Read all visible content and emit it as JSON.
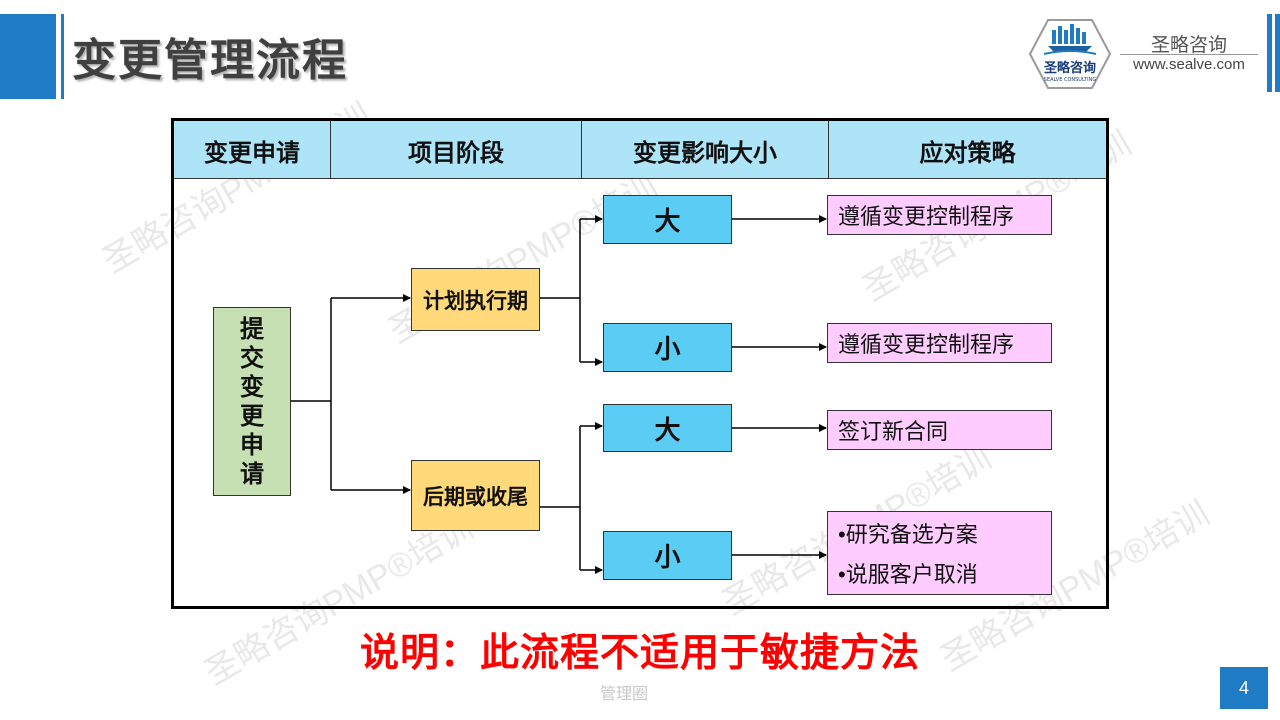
{
  "slide": {
    "title": "变更管理流程",
    "page_number": "4"
  },
  "brand": {
    "logo_text": "圣略咨询",
    "logo_subtext": "SEALVE CONSULTING",
    "name": "圣略咨询",
    "url": "www.sealve.com"
  },
  "watermark": "圣略咨询PMP®培训",
  "table": {
    "headers": [
      "变更申请",
      "项目阶段",
      "变更影响大小",
      "应对策略"
    ]
  },
  "flow": {
    "submit": "提交变更申请",
    "phase_execution": "计划执行期",
    "phase_late": "后期或收尾",
    "impact_large": "大",
    "impact_small": "小",
    "strategy_1": "遵循变更控制程序",
    "strategy_2": "遵循变更控制程序",
    "strategy_3": "签订新合同",
    "strategy_4a": "•研究备选方案",
    "strategy_4b": "•说服客户取消"
  },
  "note": "说明：此流程不适用于敏捷方法",
  "footer_mark": "管理圈",
  "colors": {
    "accent": "#1e7bc4",
    "header_bg": "#aee4f7",
    "submit_box": "#c6e0b4",
    "phase_box": "#ffd97a",
    "impact_box": "#5bcdf5",
    "strategy_box": "#ffccff",
    "note_text": "#ff0000"
  }
}
